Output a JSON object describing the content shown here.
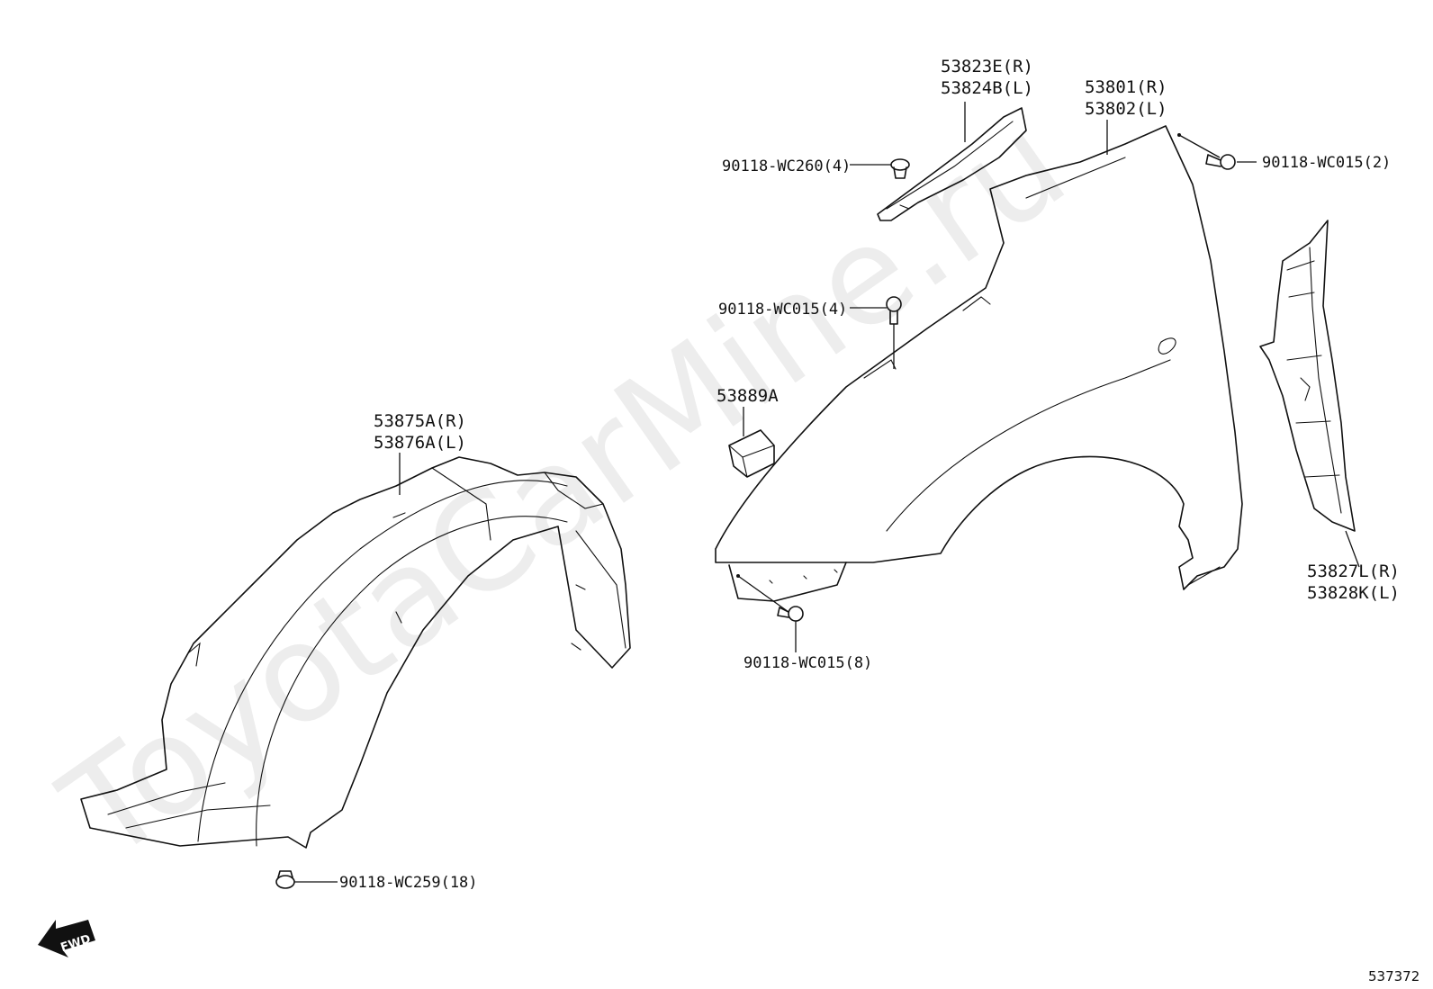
{
  "watermark": "ToyotaCarMine.ru",
  "diagram_id": "537372",
  "fwd_label": "FWD",
  "labels": {
    "moulding_r": "53823E(R)",
    "moulding_l": "53824B(L)",
    "fender_r": "53801(R)",
    "fender_l": "53802(L)",
    "clip_wc260": "90118-WC260(4)",
    "bolt_wc015_2": "90118-WC015(2)",
    "bolt_wc015_4": "90118-WC015(4)",
    "cushion": "53889A",
    "liner_r": "53875A(R)",
    "liner_l": "53876A(L)",
    "bolt_wc015_8": "90118-WC015(8)",
    "seal_r": "53827L(R)",
    "seal_l": "53828K(L)",
    "clip_wc259": "90118-WC259(18)"
  },
  "colors": {
    "line": "#111111",
    "watermark": "#ededed",
    "background": "#ffffff"
  }
}
